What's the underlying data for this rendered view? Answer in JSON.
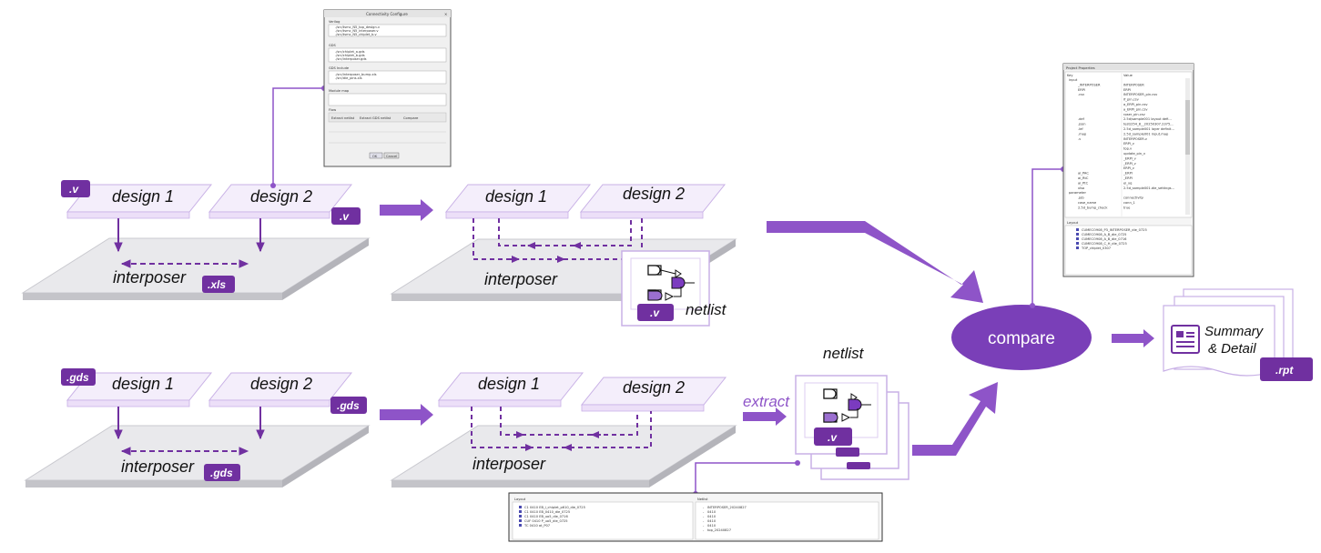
{
  "colors": {
    "purple": "#7030a0",
    "purple_light": "#9b6fd0",
    "arrow_purple": "#8e54c8",
    "compare_fill": "#7a3fb8",
    "chip_top": "#f4eefb",
    "chip_edge": "#c8b0e6",
    "interposer_top": "#e9e9ec",
    "interposer_side": "#bdbdc3"
  },
  "labels": {
    "design1": "design 1",
    "design2": "design 2",
    "interposer": "interposer",
    "netlist": "netlist",
    "extract": "extract",
    "compare": "compare",
    "summary_line1": "Summary",
    "summary_line2": "& Detail"
  },
  "tags": {
    "v": ".v",
    "xls": ".xls",
    "gds": ".gds",
    "rpt": ".rpt"
  },
  "config_dialog": {
    "title": "Connectivity Configure",
    "sections": [
      "Verilog",
      "GDS",
      "GDS Include",
      "Module map",
      "Flow"
    ],
    "verilog_rows": [
      "./src/tsmc_N5_top_design.v",
      "./src/tsmc_N5_interposer.v",
      "./src/tsmc_N5_chiplet_b.v"
    ],
    "gds_rows": [
      "./src/chiplet_a.gds",
      "./src/chiplet_b.gds",
      "./src/interposer.gds"
    ],
    "include_rows": [
      "./src/interposer_bump.xls",
      "./src/die_pins.xls"
    ],
    "flow_options": [
      "Extract netlist",
      "Extract GDS netlist",
      "Compare"
    ],
    "ok": "OK",
    "cancel": "Cancel"
  },
  "project_panel": {
    "title": "Project Properties",
    "col_key": "Key",
    "col_value": "Value",
    "rows": [
      [
        "input",
        ""
      ],
      [
        "_INTERPOSER",
        "INTERPOSER"
      ],
      [
        "ERPI",
        "ERPI"
      ],
      [
        ".csv",
        "INTERPOSER_pin.csv"
      ],
      [
        "",
        "lf_pin.csv"
      ],
      [
        "",
        "a_ERPI_pin.csv"
      ],
      [
        "",
        "a_ERPI_pin.csv"
      ],
      [
        "",
        "rpser_pin.csv"
      ],
      [
        ".def",
        "2.5d/sample001 layout defi..."
      ],
      [
        ".json",
        "test/254_8__20250307.2375..."
      ],
      [
        ".lef",
        "2.5d_sample001 layer definit..."
      ],
      [
        ".map",
        "2.5d_sample001 input.map"
      ],
      [
        ".v",
        "INTERPOSER.v"
      ],
      [
        "",
        "ERPI_v"
      ],
      [
        "",
        "top.v"
      ],
      [
        "",
        "update_pin_v"
      ],
      [
        "",
        "_ERPI_v"
      ],
      [
        "",
        "_ERPI_v"
      ],
      [
        "",
        "ERPI_v"
      ],
      [
        "ai_PAC",
        "_ERPI"
      ],
      [
        "ai_RtC",
        "_ERPI"
      ],
      [
        "ai_PtC",
        "ei_xq"
      ],
      [
        "xlso",
        "2.5d_sample001.die_settings..."
      ],
      [
        "parameter",
        ""
      ],
      [
        ".job",
        "connectivity"
      ],
      [
        "case_name",
        "conn_1"
      ],
      [
        "2.5d_bump_check",
        "true"
      ]
    ],
    "layout_title": "Layout",
    "layout_rows": [
      "CUMECO908_P3_INTERPOSER_die_0725",
      "CUMECO908_A_B_die_0725",
      "CUMECO908_A_B_die_0716",
      "CUMECO908_C_H_die_0725",
      "TOP_chiplet_0307"
    ]
  },
  "bottom_panel": {
    "left_title": "Layout",
    "right_title": "Netlist",
    "left_rows": [
      "C1  0410 EB_i_chiplet_p610_die_0725",
      "C1  0410 EB_0410_die_0725",
      "C1  0410 EB_uo5_die_0716",
      "CUF 0410 P_uo5_die_0725",
      "TC  0410 at_P07"
    ],
    "right_rows": [
      "INTERPOSER_20240827",
      "0410",
      "0410",
      "0410",
      "0410",
      "top_20240827"
    ]
  }
}
